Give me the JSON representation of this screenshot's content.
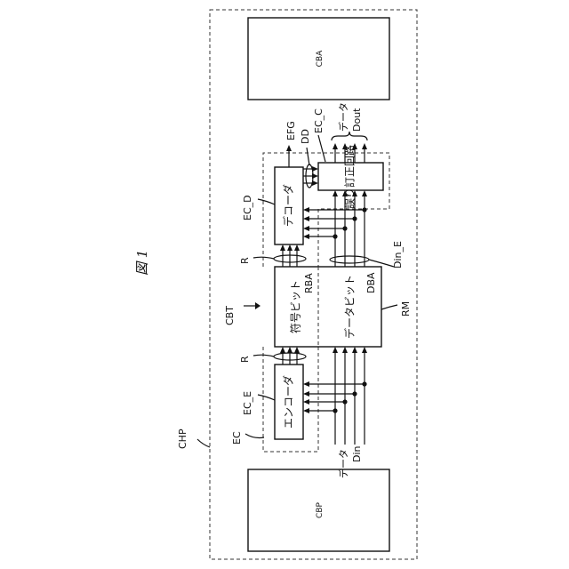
{
  "figure": {
    "title": "図 1"
  },
  "labels": {
    "chp": "CHP",
    "cba": "CBA",
    "cbp": "CBP",
    "cbt": "CBT",
    "ec": "EC",
    "ec_e": "EC_E",
    "ec_d": "EC_D",
    "ec_c": "EC_C",
    "efg": "EFG",
    "dd": "DD",
    "r_top": "R",
    "r_bottom": "R",
    "rba": "RBA",
    "dba": "DBA",
    "rm": "RM",
    "din_e": "Din_E",
    "data_in": "データ",
    "din": "Din",
    "data_out": "データ",
    "dout": "Dout"
  },
  "blocks": {
    "encoder": "エンコーダ",
    "decoder": "デコーダ",
    "code_bits": "符号ビット",
    "data_bits": "データビット",
    "correction_circuit": "誤り訂正回路"
  }
}
